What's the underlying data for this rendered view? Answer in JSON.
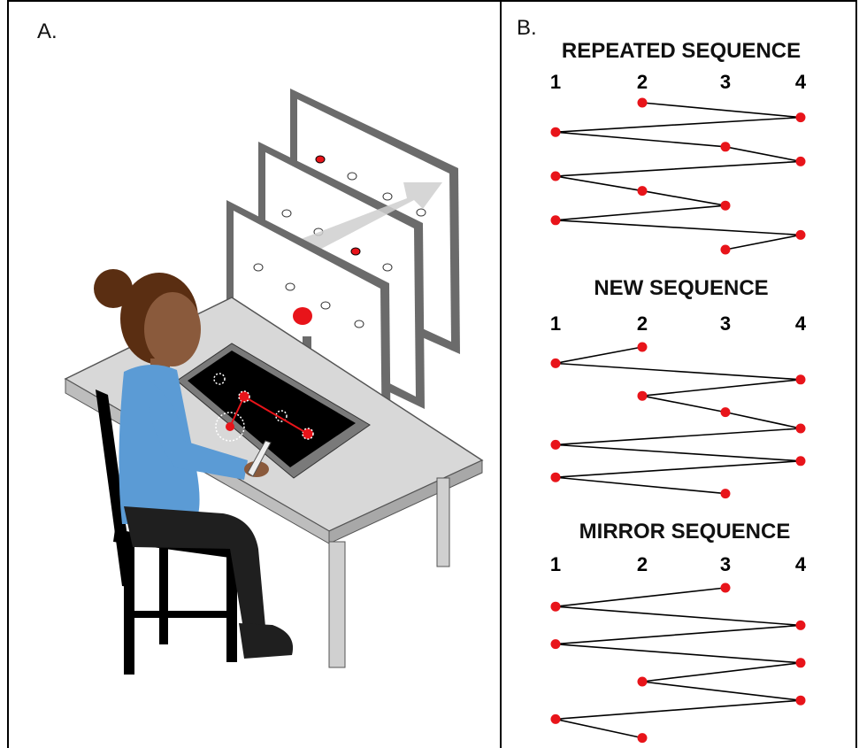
{
  "panels": {
    "a": {
      "label": "A."
    },
    "b": {
      "label": "B."
    }
  },
  "sequences": [
    {
      "title": "REPEATED SEQUENCE",
      "columns": [
        "1",
        "2",
        "3",
        "4"
      ],
      "order": [
        2,
        4,
        1,
        3,
        4,
        1,
        2,
        3,
        1,
        4,
        3
      ]
    },
    {
      "title": "NEW SEQUENCE",
      "columns": [
        "1",
        "2",
        "3",
        "4"
      ],
      "order": [
        2,
        1,
        4,
        2,
        3,
        4,
        1,
        4,
        1,
        3
      ]
    },
    {
      "title": "MIRROR SEQUENCE",
      "columns": [
        "1",
        "2",
        "3",
        "4"
      ],
      "order": [
        3,
        1,
        4,
        1,
        4,
        2,
        4,
        1,
        2
      ]
    }
  ],
  "colors": {
    "dot": "#e8141a",
    "line": "#000000",
    "shirt": "#5b9bd5",
    "skin": "#8a5a3c",
    "hair": "#5a2e12",
    "pants": "#1f1f1f",
    "desk": "#d8d8d8"
  }
}
